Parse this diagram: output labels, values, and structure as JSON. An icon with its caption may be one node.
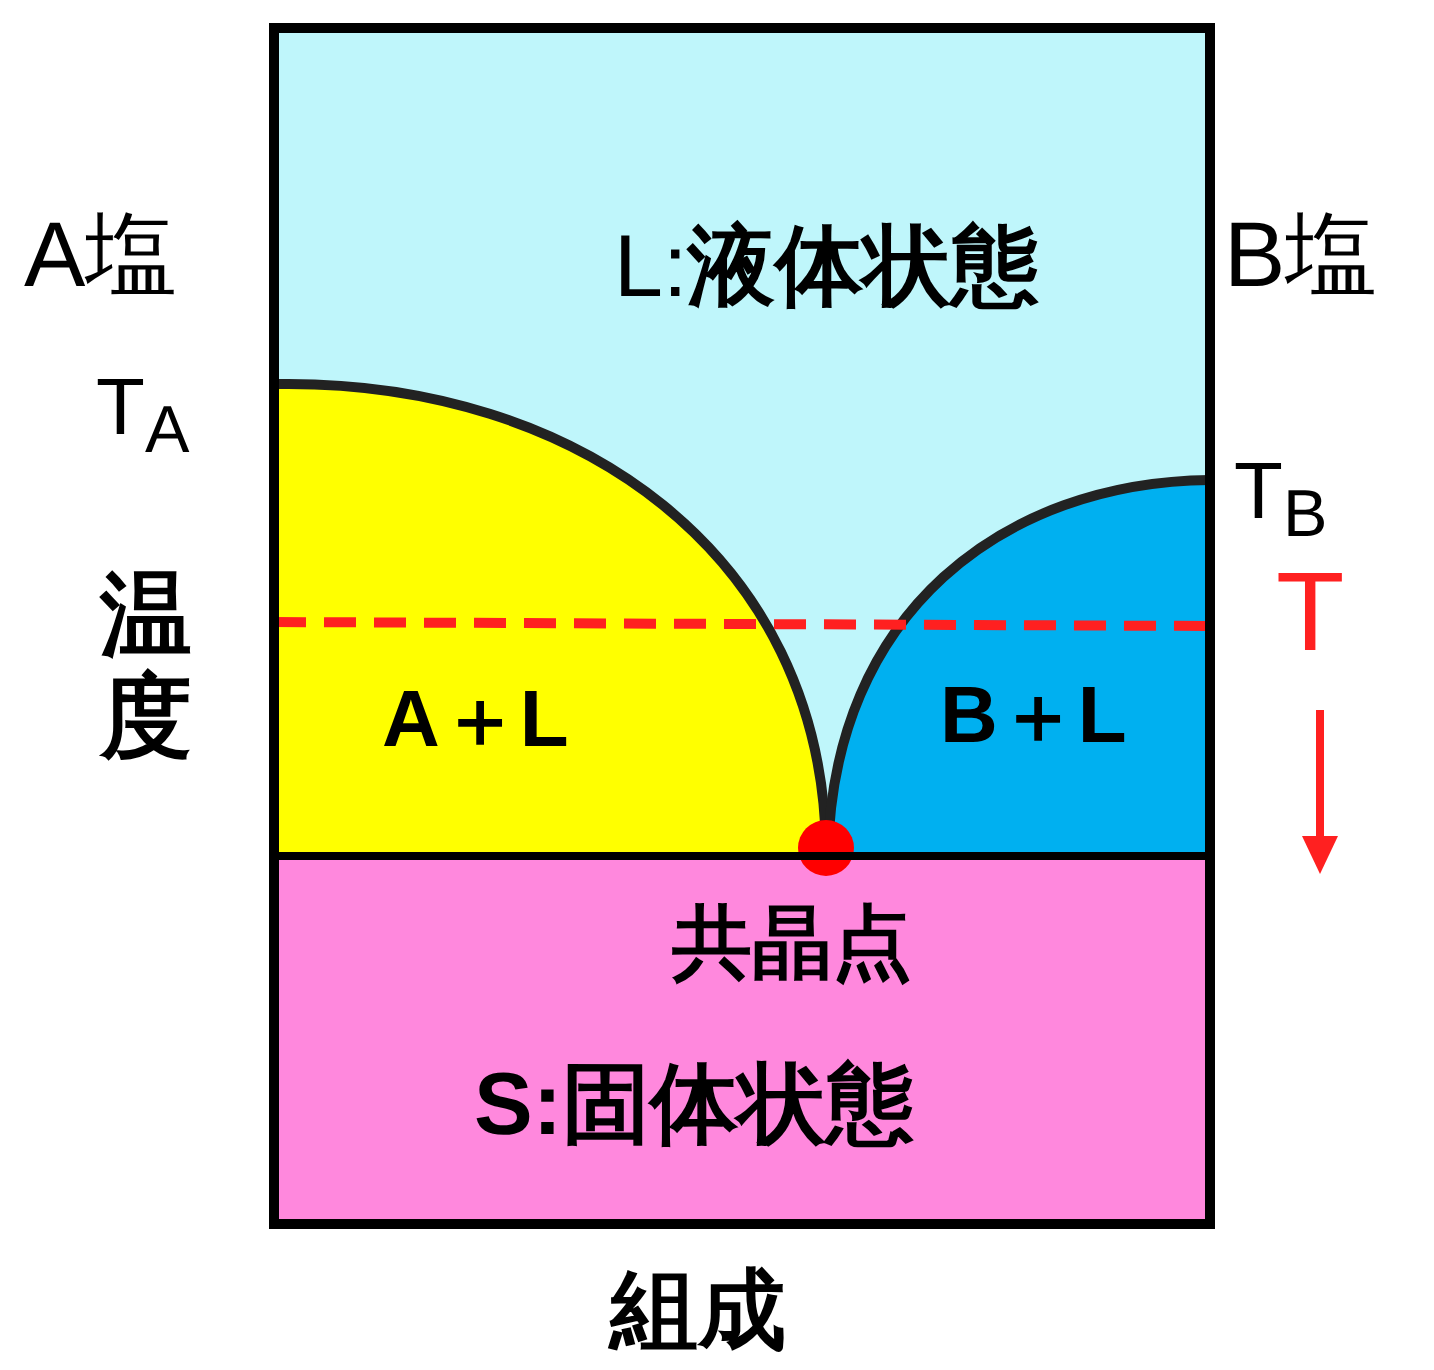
{
  "diagram": {
    "nodes": [
      {
        "text": [
          "L:**液体状態**"
        ]
      },
      {
        "text": [
          "A＋L"
        ],
        "in": 0
      },
      {
        "text": [
          "B＋L"
        ],
        "in": 0
      },
      {
        "text": [
          "S:固体状態"
        ]
      }
    ],
    "labels": [
      "A塩",
      "T$_{A}$",
      "温度",
      "B塩",
      "T$_{B}$",
      "T",
      "共晶点",
      "組成"
    ]
  }
}
